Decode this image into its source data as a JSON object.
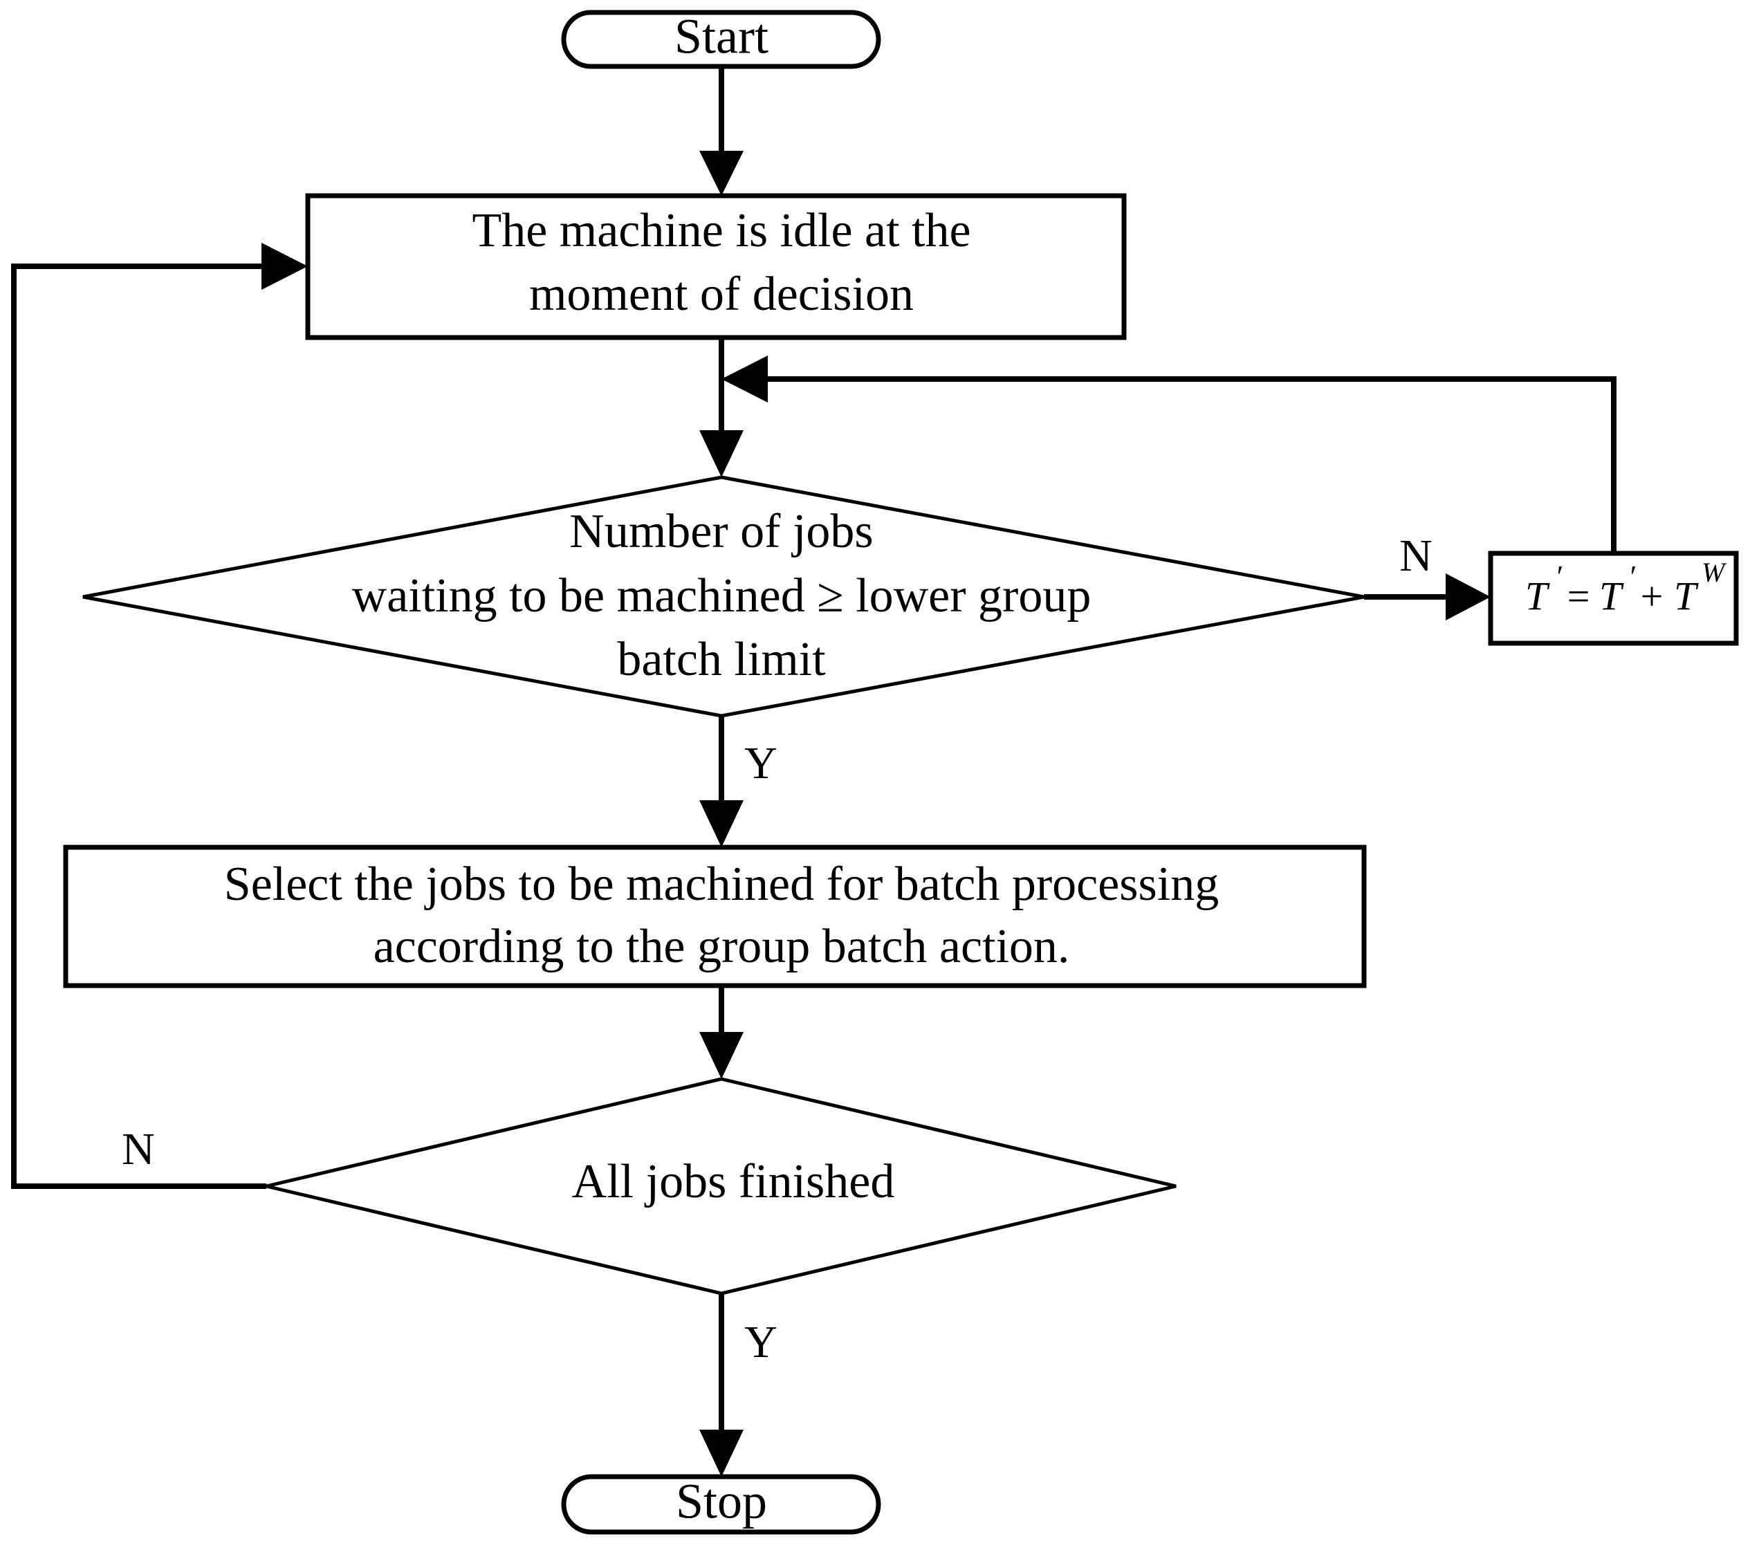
{
  "diagram": {
    "title": "Group batch scheduling decision flowchart",
    "type": "flowchart",
    "background_color": "#ffffff",
    "line_color": "#000000",
    "fill_color": "#ffffff"
  },
  "nodes": {
    "start": {
      "label": "Start",
      "shape": "terminal"
    },
    "machine_idle": {
      "line1": "The machine is idle at the",
      "line2": "moment of decision",
      "shape": "process"
    },
    "jobs_check": {
      "line1": "Number of jobs",
      "line2": "waiting to be machined ≥ lower group",
      "line3": "batch limit",
      "shape": "decision"
    },
    "time_update": {
      "formula": "T′ = T′ + T",
      "lhs": "T",
      "lhs_prime": "′",
      "eq": "=",
      "rhs1": "T",
      "rhs1_prime": "′",
      "plus": "+",
      "rhs2": "T",
      "rhs2_sup": "W",
      "shape": "process"
    },
    "select_jobs": {
      "line1": "Select the jobs to be machined for batch processing",
      "line2": "according to the group batch action.",
      "shape": "process"
    },
    "all_finished": {
      "line1": "All jobs finished",
      "shape": "decision"
    },
    "stop": {
      "label": "Stop",
      "shape": "terminal"
    }
  },
  "edges": {
    "jobs_check_no": "N",
    "jobs_check_yes": "Y",
    "all_finished_no": "N",
    "all_finished_yes": "Y"
  }
}
